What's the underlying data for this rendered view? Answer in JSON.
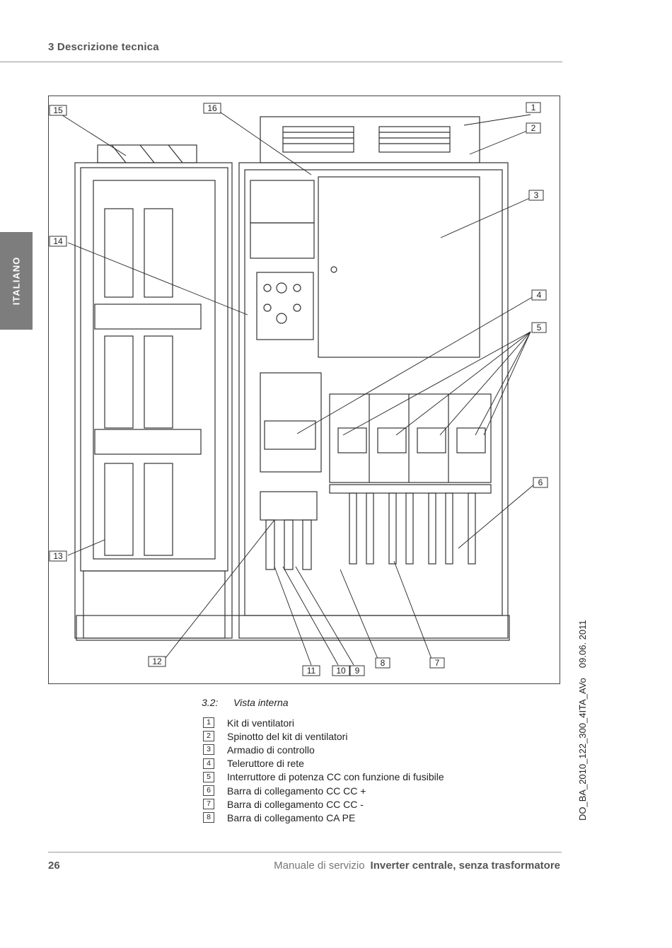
{
  "header": {
    "section_title": "3 Descrizione tecnica"
  },
  "side_tab": {
    "label": "ITALIANO"
  },
  "figure": {
    "callouts": [
      "1",
      "2",
      "3",
      "4",
      "5",
      "6",
      "7",
      "8",
      "9",
      "10",
      "11",
      "12",
      "13",
      "14",
      "15",
      "16"
    ],
    "caption_number": "3.2:",
    "caption_title": "Vista interna"
  },
  "legend": [
    {
      "num": "1",
      "text": "Kit di ventilatori"
    },
    {
      "num": "2",
      "text": "Spinotto del kit di ventilatori"
    },
    {
      "num": "3",
      "text": "Armadio di controllo"
    },
    {
      "num": "4",
      "text": "Teleruttore di rete"
    },
    {
      "num": "5",
      "text": "Interruttore di potenza CC con funzione di fusibile"
    },
    {
      "num": "6",
      "text": "Barra di collegamento CC CC +"
    },
    {
      "num": "7",
      "text": "Barra di collegamento CC CC -"
    },
    {
      "num": "8",
      "text": "Barra di collegamento CA PE"
    }
  ],
  "side_code": {
    "doc_id": "DO_BA_2010_122_300_4ITA_AVo",
    "date": "09.06. 2011"
  },
  "footer": {
    "page_number": "26",
    "manual_label": "Manuale di servizio",
    "product_title": "Inverter centrale, senza trasformatore"
  }
}
